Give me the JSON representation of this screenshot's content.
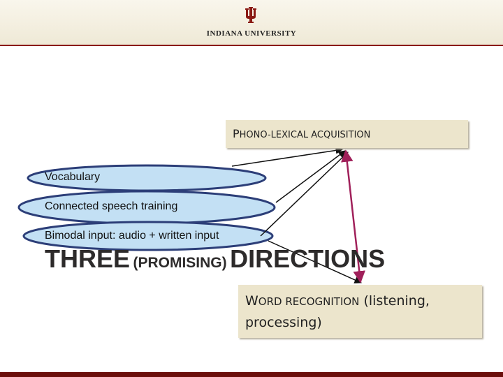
{
  "header": {
    "university_name": "INDIANA UNIVERSITY",
    "logo_icon": "iu-trident-icon",
    "brand_color": "#8a1a14"
  },
  "top_box": {
    "first_letter": "P",
    "rest": "HONO-LEXICAL ACQUISITION"
  },
  "items": [
    {
      "label": "Vocabulary"
    },
    {
      "label": "Connected speech training"
    },
    {
      "label": "Bimodal input: audio + written input"
    }
  ],
  "title": {
    "part1": "THREE",
    "part2": "(PROMISING)",
    "part3": "DIRECTIONS"
  },
  "bottom_box": {
    "first_letter": "W",
    "small_caps": "ORD RECOGNITION",
    "rest": "(listening, processing)"
  },
  "colors": {
    "ellipse_fill": "#c3e0f4",
    "ellipse_stroke": "#2c3e78",
    "double_arrow": "#a0205a",
    "box_fill": "#ece5cc"
  }
}
